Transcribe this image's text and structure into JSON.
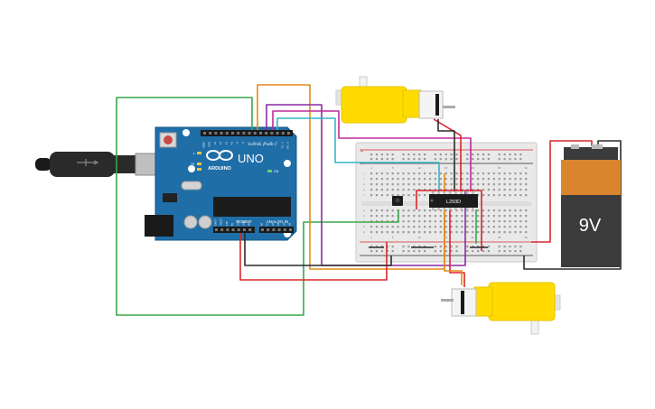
{
  "arduino": {
    "logo_text": "ARDUINO",
    "model": "UNO",
    "digital_label": "DIGITAL (PWM~)",
    "power_label": "POWER",
    "analog_label": "ANALOG IN",
    "digital_pins": [
      "AREF",
      "GND",
      "13",
      "12",
      "~11",
      "~10",
      "~9",
      "8",
      "7",
      "~6",
      "~5",
      "4",
      "~3",
      "2",
      "TX→1",
      "RX←0"
    ],
    "power_pins": [
      "IOREF",
      "RESET",
      "3.3V",
      "5V",
      "GND",
      "GND",
      "Vin"
    ],
    "analog_pins": [
      "A0",
      "A1",
      "A2",
      "A3",
      "A4",
      "A5"
    ],
    "tx_label": "TX",
    "rx_label": "RX",
    "l_label": "L",
    "on_label": "ON"
  },
  "breadboard": {
    "columns": [
      "1",
      "5",
      "10",
      "15",
      "20",
      "25",
      "30"
    ],
    "rows": [
      "a",
      "b",
      "c",
      "d",
      "e",
      "f",
      "g",
      "h",
      "i",
      "j"
    ],
    "plus": "+",
    "minus": "-"
  },
  "driver_ic": {
    "label": "L293D"
  },
  "battery": {
    "voltage": "9V",
    "plus": "+",
    "minus": "−"
  },
  "colors": {
    "board": "#1f6ea8",
    "breadboard": "#e9e9e9",
    "battery_body": "#d9852e",
    "battery_label": "#3b3b3b",
    "motor": "#ffdb00",
    "wire_red": "#d8262b",
    "wire_black": "#2b2b2b",
    "wire_green": "#3aa64a",
    "wire_orange": "#e58a1b",
    "wire_purple": "#8a2aa5",
    "wire_magenta": "#c02a9a",
    "wire_cyan": "#35b7c7"
  }
}
